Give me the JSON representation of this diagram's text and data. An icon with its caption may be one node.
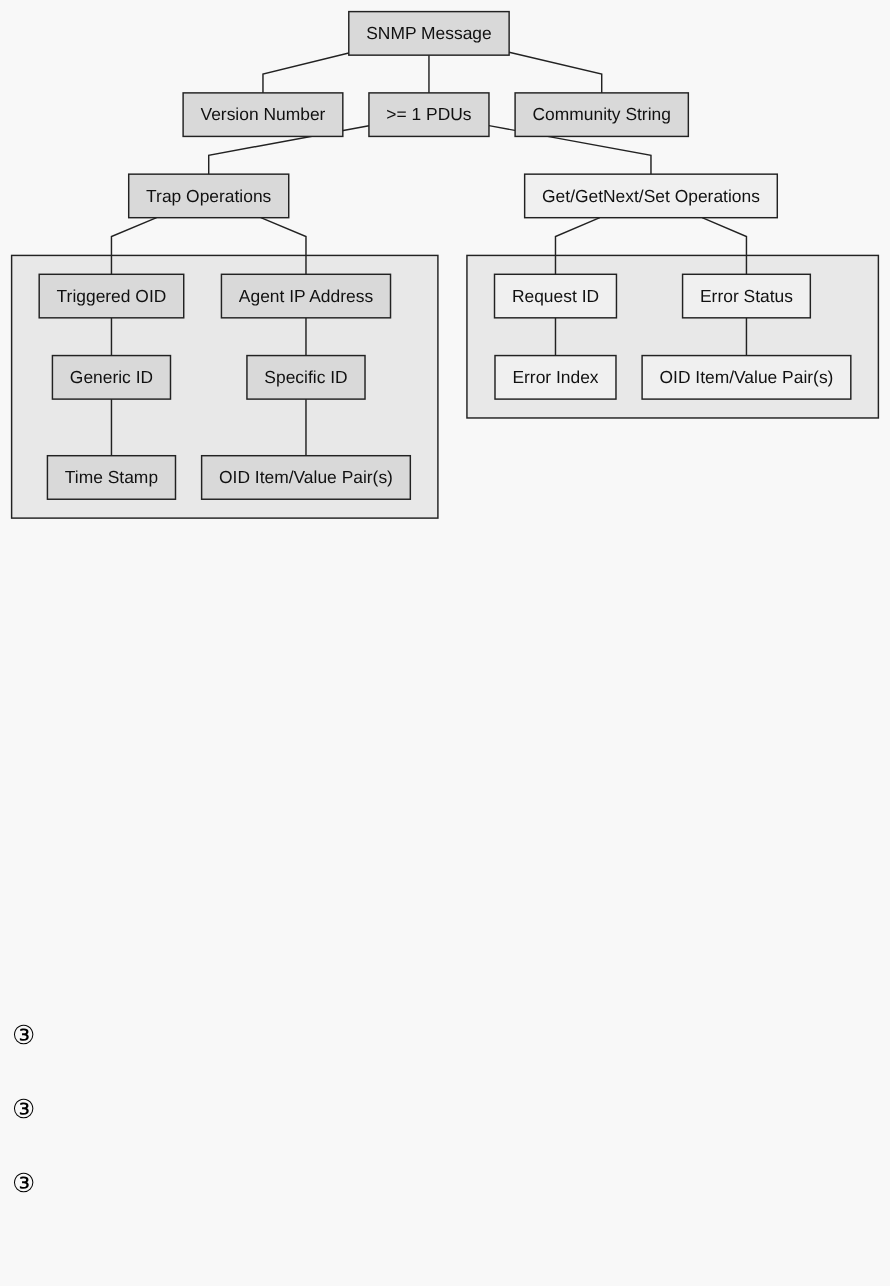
{
  "diagram": {
    "nodes": [
      {
        "text": [
          "SNMP Message"
        ]
      },
      {
        "text": [
          "Version Number"
        ]
      },
      {
        "text": [
          ">= 1 PDUs"
        ]
      },
      {
        "text": [
          "Community String"
        ]
      },
      {
        "text": [
          "Get/GetNext/Set Operations"
        ]
      },
      {
        "text": [
          "Trap Operations"
        ]
      },
      {
        "text": [],
        "shape": "box"
      },
      {
        "text": [
          "Request ID"
        ],
        "in": 6
      },
      {
        "text": [
          "Error Status"
        ],
        "in": 6
      },
      {
        "text": [
          "Error Index"
        ],
        "in": 6
      },
      {
        "text": [
          "OID Item/Value Pair(s)"
        ],
        "in": 6
      },
      {
        "text": [],
        "shape": "box"
      },
      {
        "text": [
          "Triggered OID"
        ],
        "in": 11
      },
      {
        "text": [
          "Agent IP Address"
        ],
        "in": 11
      },
      {
        "text": [
          "Generic ID"
        ],
        "in": 11
      },
      {
        "text": [
          "Specific ID"
        ],
        "in": 11
      },
      {
        "text": [
          "Time Stamp"
        ],
        "in": 11
      },
      {
        "text": [
          "OID Item/Value Pair(s)"
        ],
        "in": 11
      }
    ],
    "edges": [
      {
        "from": 0,
        "to": 1,
        "arrow": "none"
      },
      {
        "from": 0,
        "to": 2,
        "arrow": "none"
      },
      {
        "from": 0,
        "to": 3,
        "arrow": "none"
      },
      {
        "from": 2,
        "to": 4,
        "arrow": "none"
      },
      {
        "from": 2,
        "to": 5,
        "arrow": "none"
      },
      {
        "from": 4,
        "to": 7,
        "arrow": "none"
      },
      {
        "from": 4,
        "to": 8,
        "arrow": "none"
      },
      {
        "from": 7,
        "to": 9,
        "arrow": "none"
      },
      {
        "from": 8,
        "to": 10,
        "arrow": "none"
      },
      {
        "from": 5,
        "to": 12,
        "arrow": "none"
      },
      {
        "from": 5,
        "to": 13,
        "arrow": "none"
      },
      {
        "from": 12,
        "to": 14,
        "arrow": "none"
      },
      {
        "from": 13,
        "to": 15,
        "arrow": "none"
      },
      {
        "from": 14,
        "to": 16,
        "arrow": "none"
      },
      {
        "from": 15,
        "to": 17,
        "arrow": "none"
      }
    ],
    "labels": [
      "③",
      "③",
      "③"
    ]
  }
}
